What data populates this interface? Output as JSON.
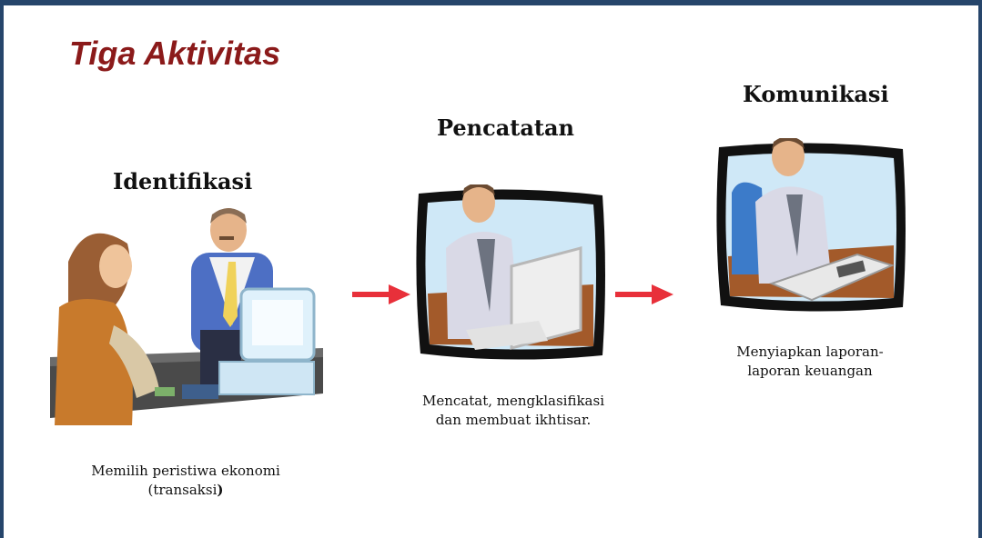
{
  "title": "Tiga Aktivitas",
  "steps": [
    {
      "heading": "Identifikasi",
      "caption_line1": "Memilih peristiwa ekonomi",
      "caption_line2_prefix": "(transaksi",
      "caption_line2_suffix": ")"
    },
    {
      "heading": "Pencatatan",
      "caption_line1": "Mencatat, mengklasifikasi",
      "caption_line2": "dan membuat ikhtisar."
    },
    {
      "heading": "Komunikasi",
      "caption_line1": "Menyiapkan laporan-",
      "caption_line2": "laporan keuangan"
    }
  ],
  "colors": {
    "frame": "#26456b",
    "title": "#8b1a1a",
    "arrow": "#e8303a"
  },
  "icons": [
    "cashier-scene-illustration",
    "typing-clerk-illustration",
    "writing-clerk-illustration",
    "right-arrow-icon"
  ]
}
